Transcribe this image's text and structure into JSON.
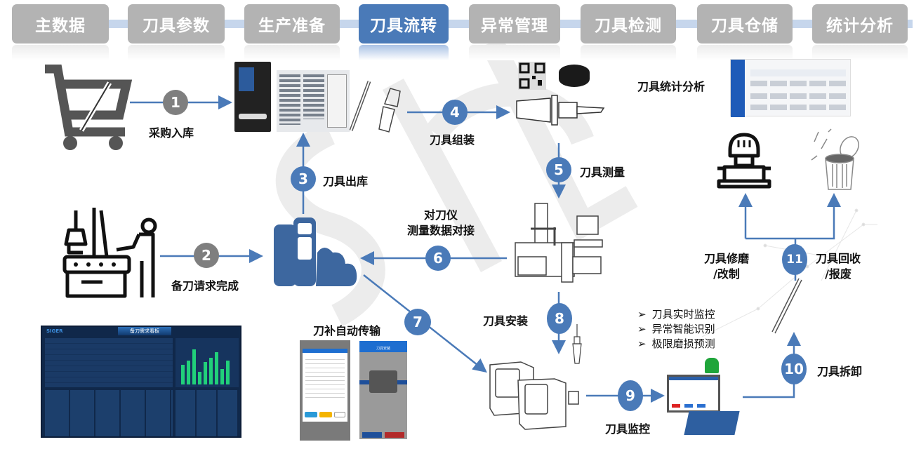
{
  "nav_tabs": [
    {
      "label": "主数据",
      "active": false
    },
    {
      "label": "刀具参数",
      "active": false
    },
    {
      "label": "生产准备",
      "active": false
    },
    {
      "label": "刀具流转",
      "active": true
    },
    {
      "label": "异常管理",
      "active": false
    },
    {
      "label": "刀具检测",
      "active": false
    },
    {
      "label": "刀具仓储",
      "active": false
    },
    {
      "label": "统计分析",
      "active": false
    }
  ],
  "watermark": "SIGER",
  "steps": [
    {
      "num": "1",
      "label": "采购入库"
    },
    {
      "num": "2",
      "label": "备刀请求完成"
    },
    {
      "num": "3",
      "label": "刀具出库"
    },
    {
      "num": "4",
      "label": "刀具组装"
    },
    {
      "num": "5",
      "label": "刀具测量"
    },
    {
      "num": "6",
      "label_line1": "对刀仪",
      "label_line2": "测量数据对接"
    },
    {
      "num": "7",
      "label": "刀补自动传输"
    },
    {
      "num": "8",
      "label": "刀具安装"
    },
    {
      "num": "9",
      "label": "刀具监控"
    },
    {
      "num": "10",
      "label": "刀具拆卸"
    },
    {
      "num": "11",
      "label_line1": "刀具回收",
      "label_line2": "/报废"
    }
  ],
  "regrind": {
    "line1": "刀具修磨",
    "line2": "/改制"
  },
  "stats_label": "刀具统计分析",
  "monitor_bullets": [
    "刀具实时监控",
    "异常智能识别",
    "极限磨损预测"
  ],
  "dashboard": {
    "brand": "SIGER",
    "title": "备刀需求看板"
  },
  "phone_app": {
    "title": "刀具安装"
  },
  "colors": {
    "accent": "#4a7ab8",
    "tab_inactive": "#b3b3b3",
    "step_grey": "#7f7f7f"
  }
}
